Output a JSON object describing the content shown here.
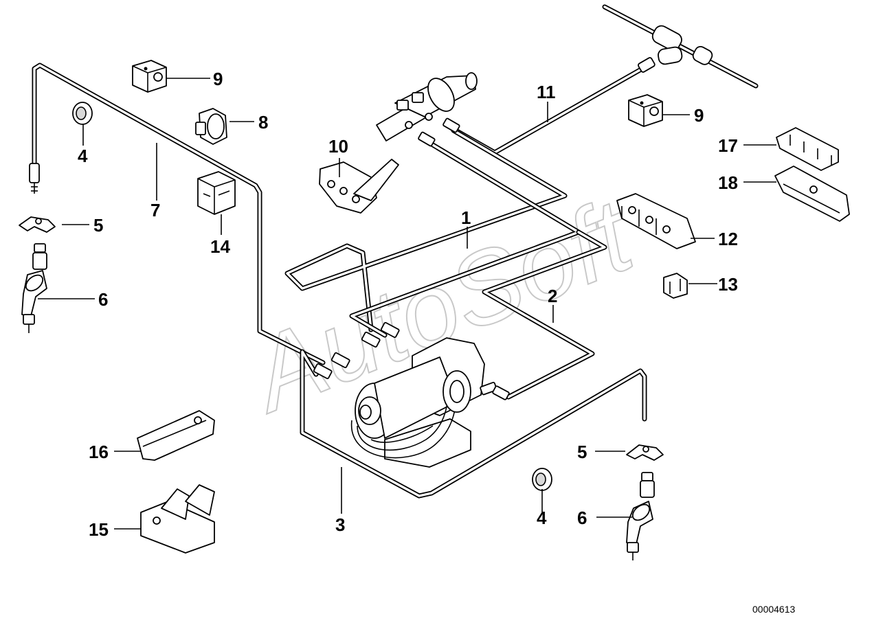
{
  "diagram": {
    "watermark": "AutoSoft",
    "diagram_id": "00004613",
    "colors": {
      "ink": "#000000",
      "paper": "#ffffff",
      "watermark": "#c8c8c8"
    },
    "callouts": [
      {
        "id": "c1",
        "label": "1"
      },
      {
        "id": "c2",
        "label": "2"
      },
      {
        "id": "c3",
        "label": "3"
      },
      {
        "id": "c4a",
        "label": "4"
      },
      {
        "id": "c4b",
        "label": "4"
      },
      {
        "id": "c5a",
        "label": "5"
      },
      {
        "id": "c5b",
        "label": "5"
      },
      {
        "id": "c6a",
        "label": "6"
      },
      {
        "id": "c6b",
        "label": "6"
      },
      {
        "id": "c7",
        "label": "7"
      },
      {
        "id": "c8",
        "label": "8"
      },
      {
        "id": "c9a",
        "label": "9"
      },
      {
        "id": "c9b",
        "label": "9"
      },
      {
        "id": "c10",
        "label": "10"
      },
      {
        "id": "c11",
        "label": "11"
      },
      {
        "id": "c12",
        "label": "12"
      },
      {
        "id": "c13",
        "label": "13"
      },
      {
        "id": "c14",
        "label": "14"
      },
      {
        "id": "c15",
        "label": "15"
      },
      {
        "id": "c16",
        "label": "16"
      },
      {
        "id": "c17",
        "label": "17"
      },
      {
        "id": "c18",
        "label": "18"
      }
    ]
  }
}
